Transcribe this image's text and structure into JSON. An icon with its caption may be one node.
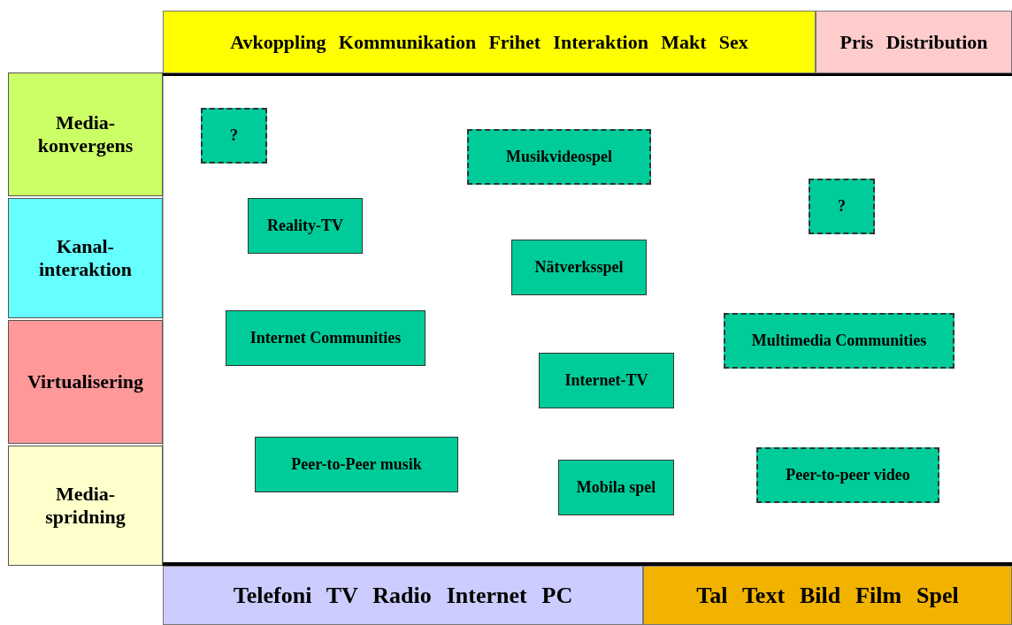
{
  "diagram": {
    "nodes": [
      {
        "text": [
          "Avkoppling Kommunikation Frihet Interaktion Makt Sex"
        ]
      },
      {
        "text": [
          "Pris Distribution"
        ]
      },
      {
        "text": [
          "Media- konvergens"
        ]
      },
      {
        "text": [
          "Kanal- interaktion"
        ]
      },
      {
        "text": [
          "Virtualisering"
        ]
      },
      {
        "text": [
          "Media- spridning"
        ]
      },
      {
        "text": [
          "?"
        ]
      },
      {
        "text": [
          "Musikvideospel"
        ]
      },
      {
        "text": [
          "?"
        ]
      },
      {
        "text": [
          "Reality-TV"
        ]
      },
      {
        "text": [
          "Nätverksspel"
        ]
      },
      {
        "text": [
          "Internet Communities"
        ]
      },
      {
        "text": [
          "Multimedia Communities"
        ]
      },
      {
        "text": [
          "Internet-TV"
        ]
      },
      {
        "text": [
          "Peer-to-Peer musik"
        ]
      },
      {
        "text": [
          "Mobila spel"
        ]
      },
      {
        "text": [
          "Peer-to-peer video"
        ]
      },
      {
        "text": [
          "Telefoni TV Radio Internet PC"
        ]
      },
      {
        "text": [
          "Tal Text Bild Film Spel"
        ]
      }
    ],
    "edges": []
  }
}
